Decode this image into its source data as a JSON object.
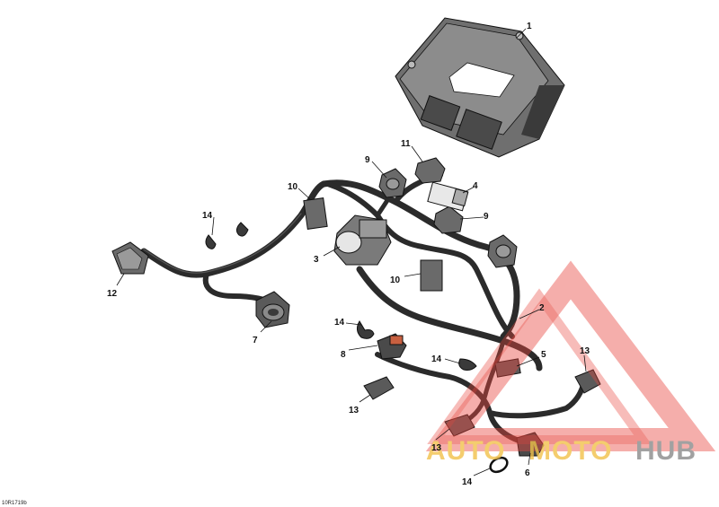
{
  "diagram": {
    "reference_code": "10R1719b",
    "callouts": [
      "1",
      "2",
      "3",
      "4",
      "5",
      "6",
      "7",
      "8",
      "9",
      "9",
      "10",
      "10",
      "11",
      "12",
      "13",
      "13",
      "13",
      "14",
      "14",
      "14",
      "14"
    ]
  },
  "watermark": {
    "part1": "AUTO",
    "part2": "MOTO",
    "part3": "HUB",
    "colors": {
      "triangle": "#e8473f",
      "yellow": "#f2c14a",
      "gray": "#8a8a8a"
    }
  }
}
